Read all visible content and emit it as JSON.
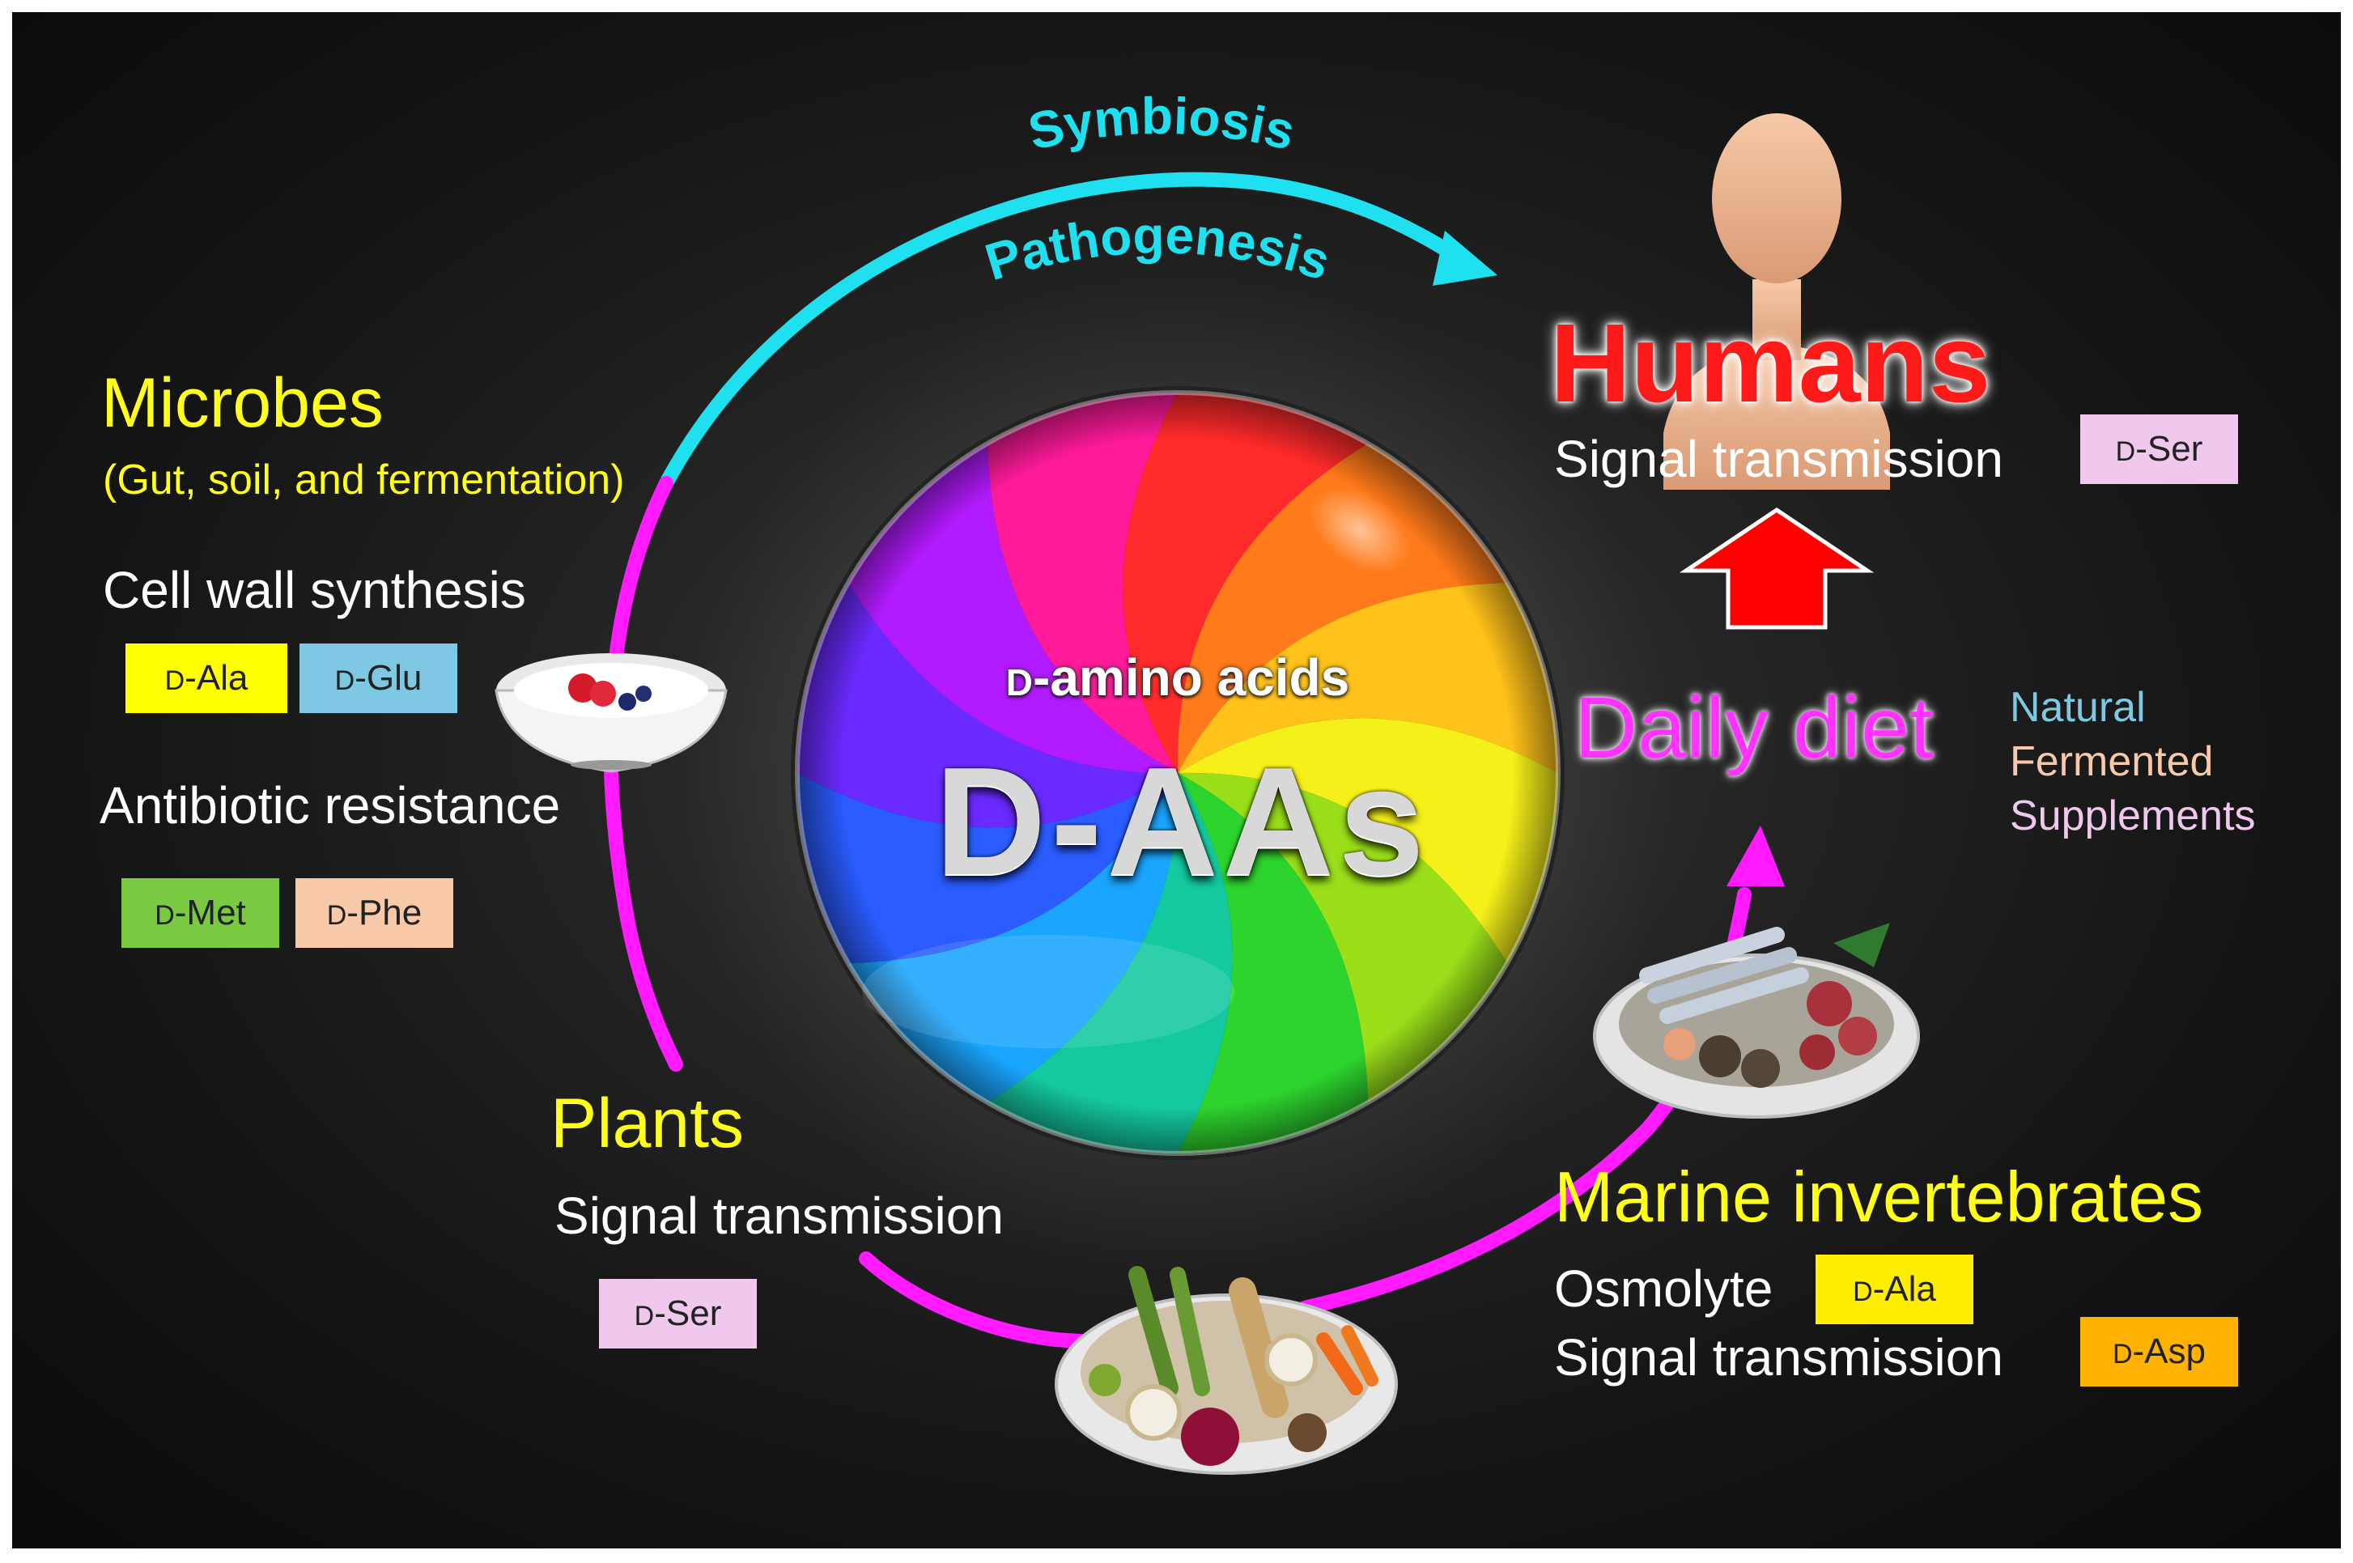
{
  "center": {
    "subtitle_prefix": "D",
    "subtitle_rest": "-amino acids",
    "main": "D-AAs"
  },
  "arc_labels": {
    "symbiosis": "Symbiosis",
    "pathogenesis": "Pathogenesis"
  },
  "microbes": {
    "title": "Microbes",
    "subtitle": "(Gut, soil, and fermentation)",
    "cell_wall": "Cell wall synthesis",
    "antibiotic": "Antibiotic resistance",
    "tags": [
      {
        "prefix": "D",
        "rest": "-Ala",
        "color": "#ffff00"
      },
      {
        "prefix": "D",
        "rest": "-Glu",
        "color": "#7ec8e3"
      },
      {
        "prefix": "D",
        "rest": "-Met",
        "color": "#7ac943"
      },
      {
        "prefix": "D",
        "rest": "-Phe",
        "color": "#f8c9a9"
      }
    ]
  },
  "plants": {
    "title": "Plants",
    "signal": "Signal transmission",
    "tag": {
      "prefix": "D",
      "rest": "-Ser",
      "color": "#f0c8ee"
    }
  },
  "marine": {
    "title": "Marine invertebrates",
    "osmolyte": "Osmolyte",
    "signal": "Signal transmission",
    "tag_ala": {
      "prefix": "D",
      "rest": "-Ala",
      "color": "#ffee00"
    },
    "tag_asp": {
      "prefix": "D",
      "rest": "-Asp",
      "color": "#ffb300"
    }
  },
  "humans": {
    "title": "Humans",
    "signal": "Signal transmission",
    "tag": {
      "prefix": "D",
      "rest": "-Ser",
      "color": "#f0c8ee"
    }
  },
  "diet": {
    "title": "Daily diet",
    "items": [
      {
        "label": "Natural",
        "color": "#7ec8e3"
      },
      {
        "label": "Fermented",
        "color": "#f8c9a9"
      },
      {
        "label": "Supplements",
        "color": "#f0c8ee"
      }
    ]
  },
  "colors": {
    "cyan_arc": "#1ee0ee",
    "magenta_arc": "#ff1aff",
    "red_arrow": "#ff0000"
  }
}
